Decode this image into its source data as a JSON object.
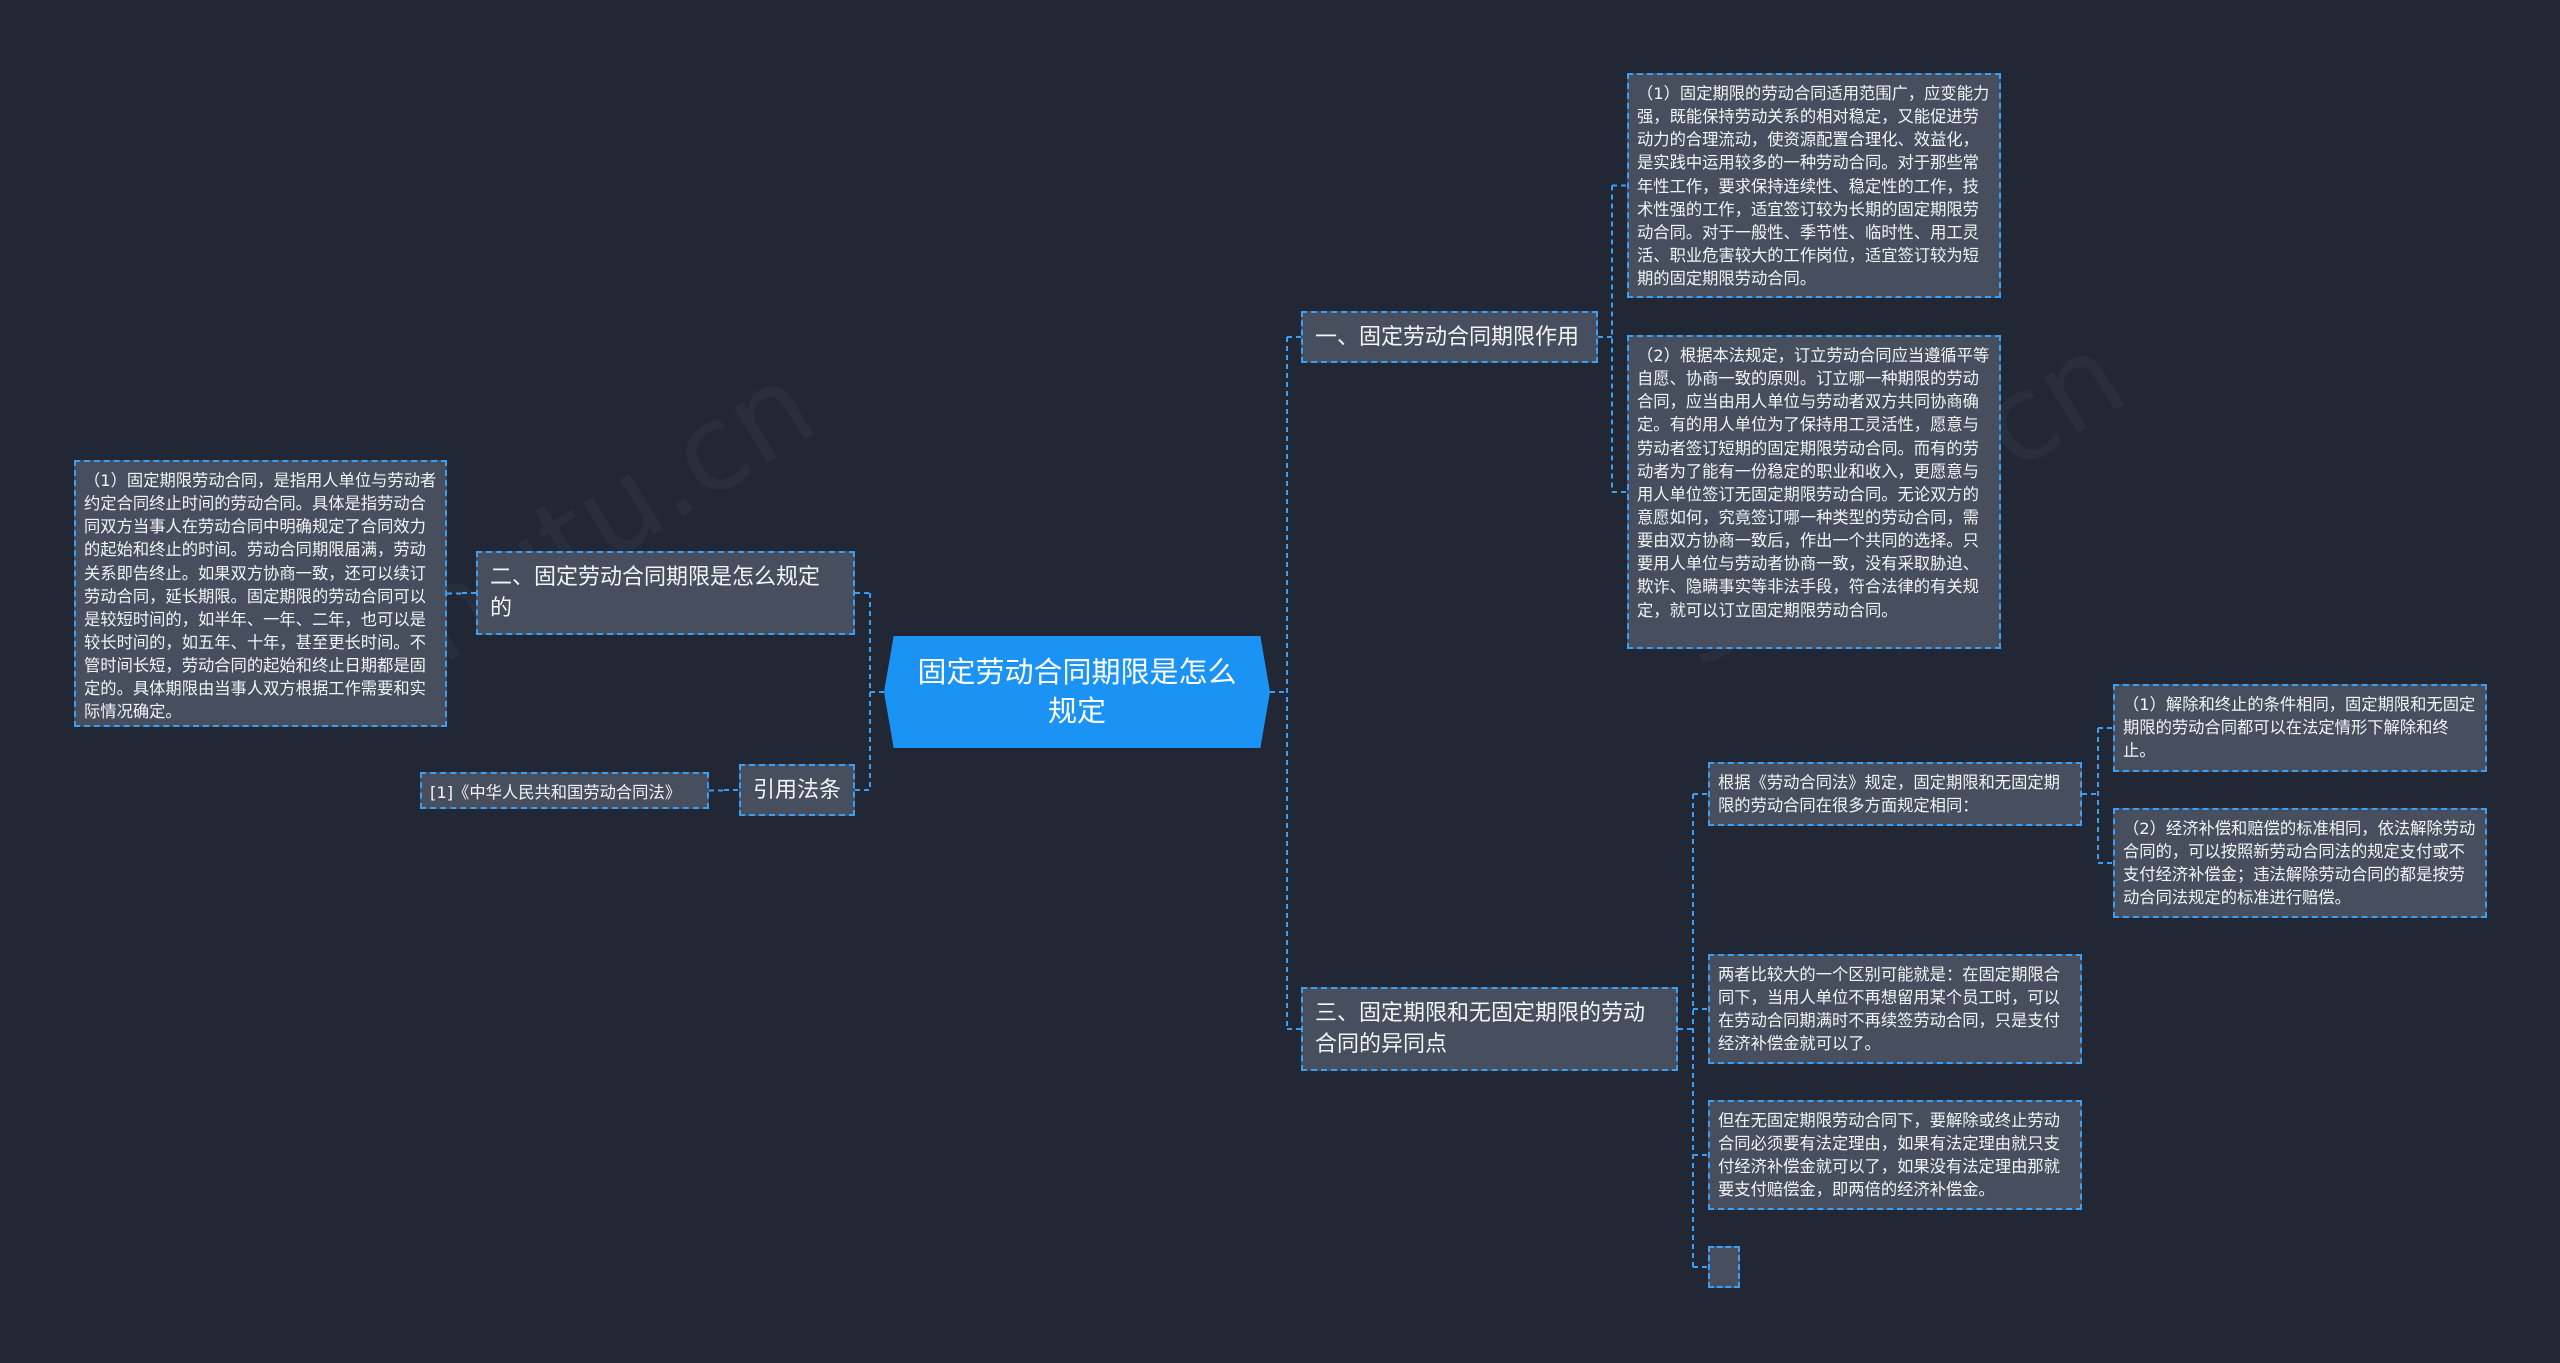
{
  "root": {
    "label": "固定劳动合同期限是怎么规定"
  },
  "branches": {
    "role": {
      "label": "一、固定劳动合同期限作用"
    },
    "how": {
      "label": "二、固定劳动合同期限是怎么规定的"
    },
    "law": {
      "label": "引用法条"
    },
    "diff": {
      "label": "三、固定期限和无固定期限的劳动合同的异同点"
    }
  },
  "leaves": {
    "role_1": "（1）固定期限的劳动合同适用范围广，应变能力强，既能保持劳动关系的相对稳定，又能促进劳动力的合理流动，使资源配置合理化、效益化，是实践中运用较多的一种劳动合同。对于那些常年性工作，要求保持连续性、稳定性的工作，技术性强的工作，适宜签订较为长期的固定期限劳动合同。对于一般性、季节性、临时性、用工灵活、职业危害较大的工作岗位，适宜签订较为短期的固定期限劳动合同。",
    "role_2": "（2）根据本法规定，订立劳动合同应当遵循平等自愿、协商一致的原则。订立哪一种期限的劳动合同，应当由用人单位与劳动者双方共同协商确定。有的用人单位为了保持用工灵活性，愿意与劳动者签订短期的固定期限劳动合同。而有的劳动者为了能有一份稳定的职业和收入，更愿意与用人单位签订无固定期限劳动合同。无论双方的意愿如何，究竟签订哪一种类型的劳动合同，需要由双方协商一致后，作出一个共同的选择。只要用人单位与劳动者协商一致，没有采取胁迫、欺诈、隐瞒事实等非法手段，符合法律的有关规定，就可以订立固定期限劳动合同。",
    "how_1": "（1）固定期限劳动合同，是指用人单位与劳动者约定合同终止时间的劳动合同。具体是指劳动合同双方当事人在劳动合同中明确规定了合同效力的起始和终止的时间。劳动合同期限届满，劳动关系即告终止。如果双方协商一致，还可以续订劳动合同，延长期限。固定期限的劳动合同可以是较短时间的，如半年、一年、二年，也可以是较长时间的，如五年、十年，甚至更长时间。不管时间长短，劳动合同的起始和终止日期都是固定的。具体期限由当事人双方根据工作需要和实际情况确定。",
    "law_1": "[1]《中华人民共和国劳动合同法》",
    "diff_same": "根据《劳动合同法》规定，固定期限和无固定期限的劳动合同在很多方面规定相同：",
    "diff_same_1": "（1）解除和终止的条件相同，固定期限和无固定期限的劳动合同都可以在法定情形下解除和终止。",
    "diff_same_2": "（2）经济补偿和赔偿的标准相同，依法解除劳动合同的，可以按照新劳动合同法的规定支付或不支付经济补偿金；违法解除劳动合同的都是按劳动合同法规定的标准进行赔偿。",
    "diff_2": "两者比较大的一个区别可能就是：在固定期限合同下，当用人单位不再想留用某个员工时，可以在劳动合同期满时不再续签劳动合同，只是支付经济补偿金就可以了。",
    "diff_3": "但在无固定期限劳动合同下，要解除或终止劳动合同必须要有法定理由，如果有法定理由就只支付经济补偿金就可以了，如果没有法定理由那就要支付赔偿金，即两倍的经济补偿金。",
    "diff_4": ""
  },
  "colors": {
    "background": "#222735",
    "node_fill": "#474e5d",
    "root_fill": "#1a93f5",
    "connector": "#3a9ef5",
    "text": "#f2f4f7"
  }
}
